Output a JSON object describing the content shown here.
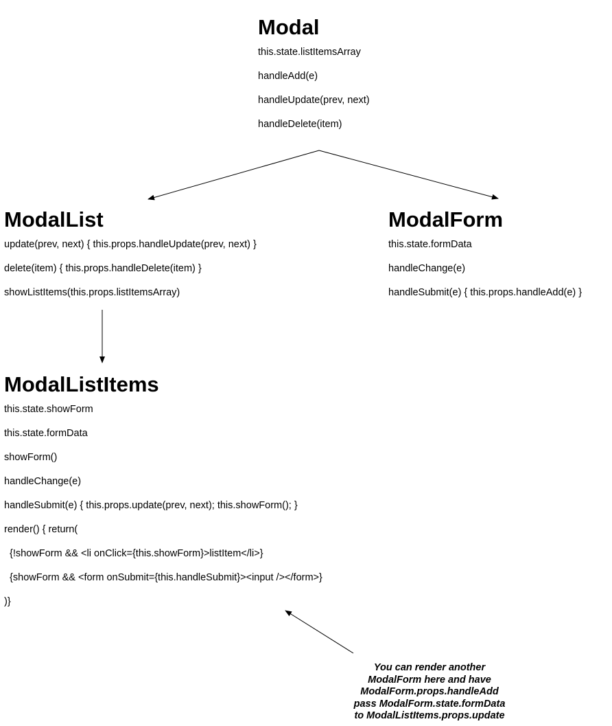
{
  "nodes": {
    "modal": {
      "title": "Modal",
      "lines": [
        "this.state.listItemsArray",
        "handleAdd(e)",
        "handleUpdate(prev, next)",
        "handleDelete(item)"
      ]
    },
    "modal_list": {
      "title": "ModalList",
      "lines": [
        "update(prev, next) { this.props.handleUpdate(prev, next) }",
        "delete(item) { this.props.handleDelete(item) }",
        "showListItems(this.props.listItemsArray)"
      ]
    },
    "modal_form": {
      "title": "ModalForm",
      "lines": [
        "this.state.formData",
        "handleChange(e)",
        "handleSubmit(e) { this.props.handleAdd(e) }"
      ]
    },
    "modal_list_items": {
      "title": "ModalListItems",
      "lines": [
        "this.state.showForm",
        "this.state.formData",
        "showForm()",
        "handleChange(e)",
        "handleSubmit(e) { this.props.update(prev, next); this.showForm(); }",
        "render() { return(",
        "  {!showForm && <li onClick={this.showForm}>listItem</li>}",
        "  {showForm && <form onSubmit={this.handleSubmit}><input /></form>}",
        ")}"
      ]
    }
  },
  "note": {
    "lines": [
      "You can render another",
      "ModalForm here and have",
      "ModalForm.props.handleAdd",
      "pass ModalForm.state.formData",
      "to ModalListItems.props.update"
    ]
  }
}
